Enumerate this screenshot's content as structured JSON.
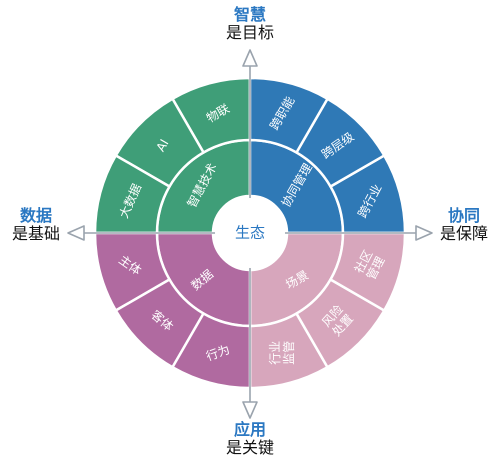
{
  "center": {
    "label": "生态"
  },
  "axes": {
    "top": {
      "key": "智慧",
      "sub": "是目标",
      "color": "#2b78c2"
    },
    "right": {
      "key": "协同",
      "sub": "是保障",
      "color": "#2b78c2"
    },
    "bottom": {
      "key": "应用",
      "sub": "是关键",
      "color": "#2b78c2"
    },
    "left": {
      "key": "数据",
      "sub": "是基础",
      "color": "#2b78c2"
    }
  },
  "quadrants": [
    {
      "id": "top-left",
      "color": "#3f9e78",
      "inner": "智慧技术",
      "outer": [
        "大数据",
        "AI",
        "物联"
      ]
    },
    {
      "id": "top-right",
      "color": "#2f79b6",
      "inner": "协同管理",
      "outer": [
        "跨职能",
        "跨层级",
        "跨行业"
      ]
    },
    {
      "id": "bottom-right",
      "color": "#d7a6bc",
      "inner": "场景",
      "outer": [
        "社区\n管理",
        "风险\n处置",
        "行业\n监管"
      ]
    },
    {
      "id": "bottom-left",
      "color": "#b06aa0",
      "inner": "数据",
      "outer": [
        "主体",
        "客体",
        "行为"
      ]
    }
  ]
}
